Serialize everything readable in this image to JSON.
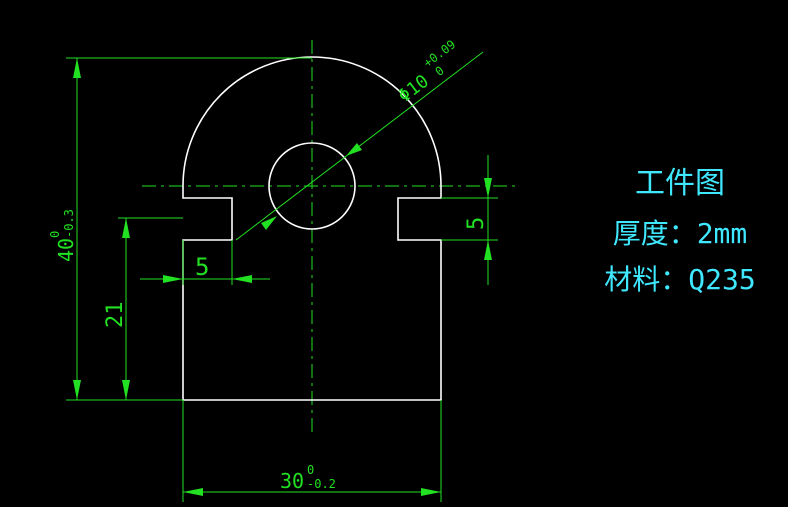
{
  "colors": {
    "background": "#000000",
    "outline": "#ffffff",
    "dimension": "#22e022",
    "note": "#3fe8ff"
  },
  "notes": {
    "title": "工件图",
    "thickness": "厚度：2mm",
    "material": "材料：Q235"
  },
  "dimensions": {
    "hole_diameter": "Φ10",
    "hole_tol_upper": "+0.09",
    "hole_tol_lower": "0",
    "height_value": "40",
    "height_tol_upper": "0",
    "height_tol_lower": "-0.3",
    "width_value": "30",
    "width_tol_upper": "0",
    "width_tol_lower": "-0.2",
    "lower_height": "21",
    "slot_depth": "5",
    "slot_width": "5"
  }
}
